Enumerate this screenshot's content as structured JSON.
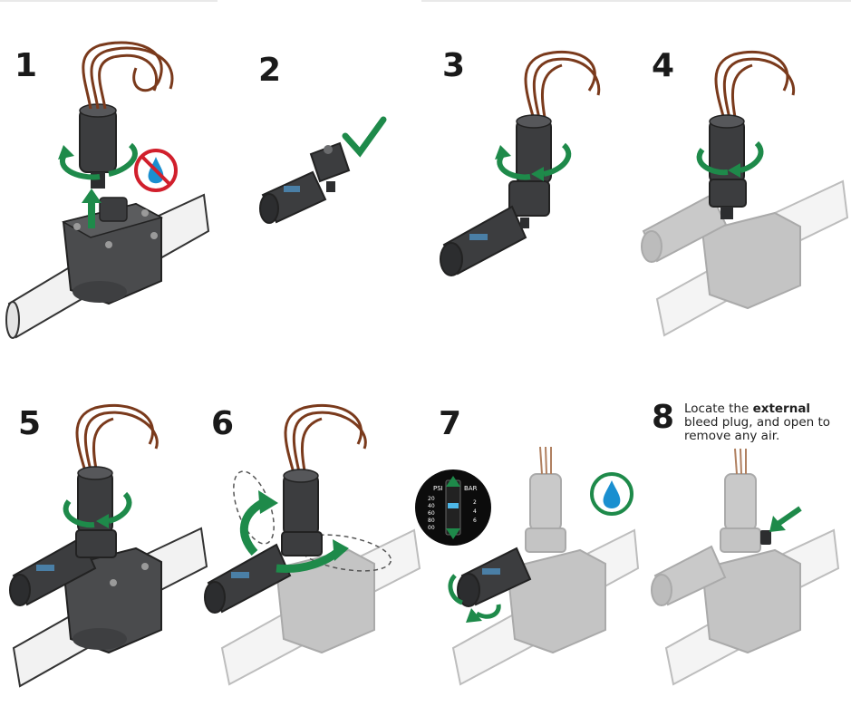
{
  "steps": [
    {
      "number": "1"
    },
    {
      "number": "2"
    },
    {
      "number": "3"
    },
    {
      "number": "4"
    },
    {
      "number": "5"
    },
    {
      "number": "6"
    },
    {
      "number": "7"
    },
    {
      "number": "8",
      "text_before": "Locate the ",
      "text_bold": "external",
      "text_after": " bleed plug, and open to remove any air."
    }
  ],
  "pressure_gauge": {
    "left_unit": "PSI",
    "right_unit": "BAR",
    "psi_values": [
      "20",
      "40",
      "60",
      "80",
      "00"
    ],
    "bar_values": [
      "2",
      "4",
      "6"
    ]
  },
  "colors": {
    "arrow_green": "#1e8a4a",
    "wire_brown": "#7a3a1c",
    "solenoid_dark": "#3c3d3f",
    "valve_dark": "#4a4b4d",
    "pipe_white": "#f1f1f1",
    "ghost_gray": "#bdbdbd",
    "no_water_red": "#d11f2c",
    "water_blue": "#1a8fd0"
  },
  "icons": [
    "rotate-arrow-icon",
    "up-arrow-icon",
    "no-water-icon",
    "checkmark-icon",
    "water-drop-icon",
    "pointer-arrow-icon"
  ]
}
